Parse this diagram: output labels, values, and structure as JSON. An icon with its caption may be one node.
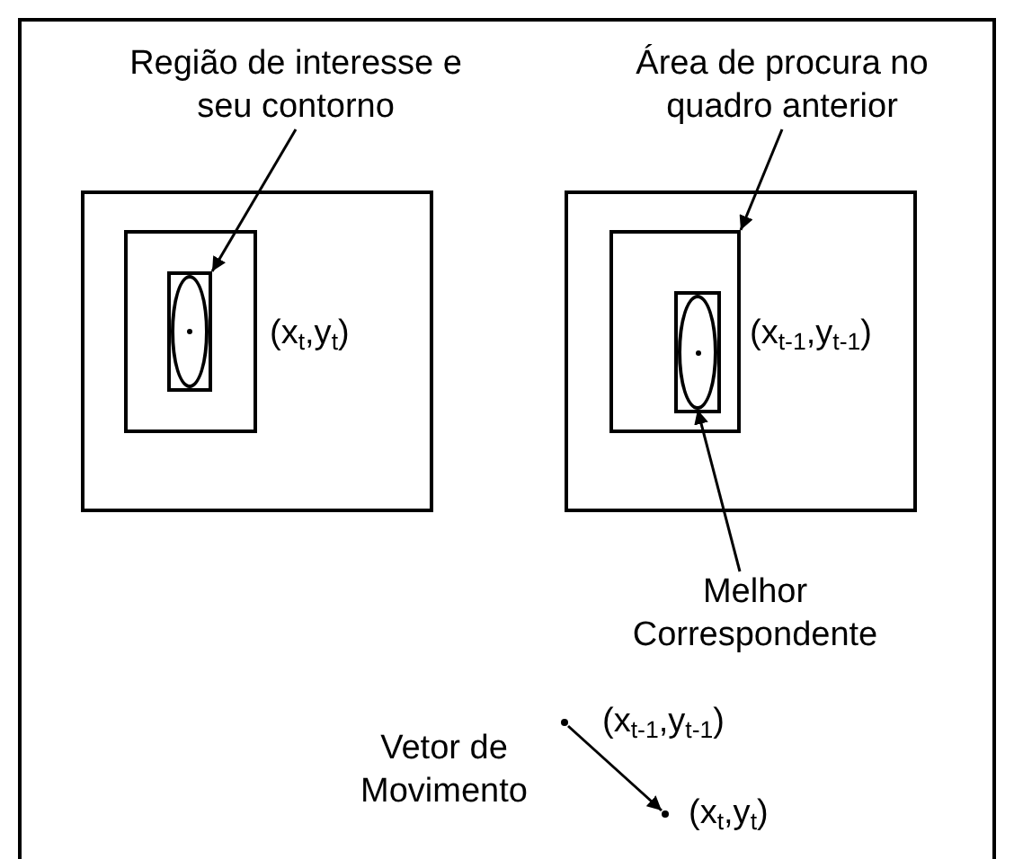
{
  "diagram": {
    "nodes": [
      {
        "text": [
          "Região de interesse e seu contorno"
        ]
      },
      {
        "text": [],
        "shape": "box"
      },
      {
        "text": [],
        "shape": "box",
        "in": 1
      },
      {
        "text": [],
        "shape": "box",
        "in": 2
      },
      {
        "text": [],
        "shape": "ellipse",
        "in": 3,
        "beside": [
          "(x$_{t}$,y$_{t}$)"
        ]
      },
      {
        "text": [
          "Área de procura no quadro anterior"
        ]
      },
      {
        "text": [],
        "shape": "box"
      },
      {
        "text": [],
        "shape": "box",
        "in": 6
      },
      {
        "text": [],
        "shape": "box",
        "in": 7
      },
      {
        "text": [],
        "shape": "ellipse",
        "in": 8,
        "beside": [
          "(x$_{t-1}$,y$_{t-1}$)"
        ]
      },
      {
        "text": [
          "Melhor Correspondente"
        ]
      },
      {
        "text": [],
        "shape": "circle",
        "beside": [
          "(x$_{t-1}$,y$_{t-1}$)"
        ]
      },
      {
        "text": [],
        "shape": "circle",
        "beside": [
          "(x$_{t}$,y$_{t}$)"
        ]
      }
    ],
    "edges": [
      {
        "from": 0,
        "to": 3,
        "arrow": "to"
      },
      {
        "from": 5,
        "to": 7,
        "arrow": "to"
      },
      {
        "from": 10,
        "to": 9,
        "arrow": "to"
      },
      {
        "from": 11,
        "to": 12,
        "arrow": "to"
      }
    ],
    "labels": [
      "Vetor de Movimento"
    ]
  }
}
